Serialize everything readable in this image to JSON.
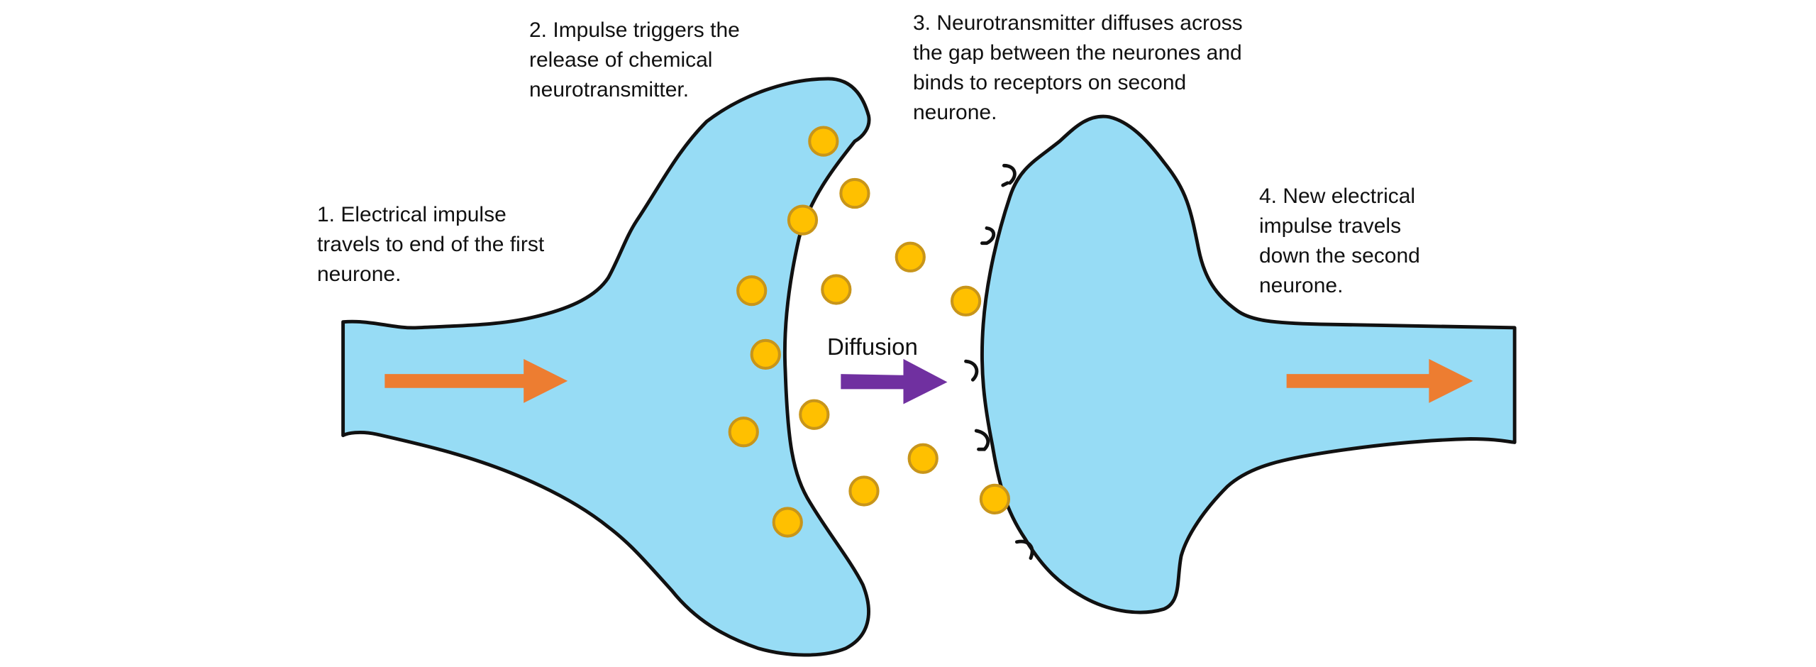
{
  "steps": [
    {
      "lines": [
        "1. Electrical impulse",
        "travels to end of the first",
        "neurone."
      ]
    },
    {
      "lines": [
        "2. Impulse triggers the",
        "release of chemical",
        "neurotransmitter."
      ]
    },
    {
      "lines": [
        "3. Neurotransmitter diffuses across",
        "the gap between the neurones and",
        "binds to receptors on second",
        "neurone."
      ]
    },
    {
      "lines": [
        "4. New electrical",
        "impulse travels",
        "down the second",
        "neurone."
      ]
    }
  ],
  "diffusion_label": "Diffusion",
  "colors": {
    "neurone_fill": "#97dcf5",
    "outline": "#111111",
    "vesicle_fill": "#ffc000",
    "vesicle_stroke": "#c8951a",
    "impulse_arrow": "#ed7d31",
    "diffusion_arrow": "#7030a0"
  }
}
